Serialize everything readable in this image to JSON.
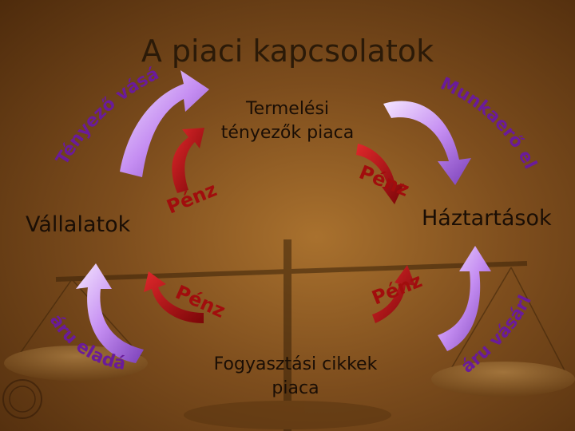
{
  "title": "A piaci kapcsolatok",
  "markets": {
    "factor_market_line1": "Termelési",
    "factor_market_line2": "tényezők piaca",
    "consumer_market_line1": "Fogyasztási cikkek",
    "consumer_market_line2": "piaca"
  },
  "actors": {
    "firms": "Vállalatok",
    "households": "Háztartások"
  },
  "flows": {
    "top_left": "Tényező vásárlás",
    "top_right": "Munkaerő eladás",
    "bottom_left": "áru eladás",
    "bottom_right": "áru vásárlás",
    "money_top_left": "Pénz",
    "money_top_right": "Pénz",
    "money_bottom_left": "Pénz",
    "money_bottom_right": "Pénz"
  },
  "colors": {
    "background": "#8a5a24",
    "purple_arrow": "#c58ef2",
    "red_arrow": "#b10d10",
    "flow_text": "#6a1b9a",
    "money_text": "#a10d0d"
  }
}
